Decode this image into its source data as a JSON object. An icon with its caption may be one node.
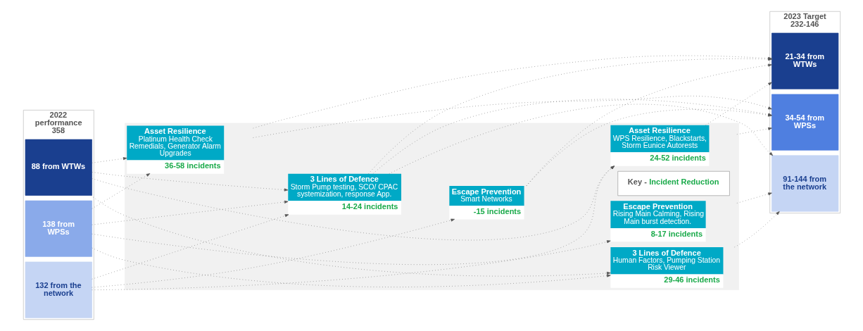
{
  "diagram": {
    "nodes": [
      {
        "text": [
          "2022 performance 358"
        ]
      },
      {
        "text": [
          "88 from WTWs"
        ],
        "in": 0
      },
      {
        "text": [
          "138 from WPSs"
        ],
        "in": 0
      },
      {
        "text": [
          "132 from the network"
        ],
        "in": 0
      },
      {
        "text": [],
        "shape": "box"
      },
      {
        "text": [
          "Asset Resilience",
          "Platinum Health Check Remedials, Generator Alarm Upgrades",
          "36-58 incidents"
        ],
        "in": 4
      },
      {
        "text": [
          "Key - Incident Reduction"
        ],
        "in": 4
      },
      {
        "text": [
          "Asset Resilience",
          "WPS Resilience, Blackstarts, Storm Eunice Autorests",
          "24-52 incidents"
        ],
        "in": 4
      },
      {
        "text": [
          "3 Lines of Defence",
          "Storm Pump testing, SCO/ CPAC systemization, response App.",
          "14-24 incidents"
        ],
        "in": 4
      },
      {
        "text": [
          "3 Lines of Defence",
          "Human Factors, Pumping Station Risk Viewer",
          "29-46 incidents"
        ],
        "in": 4
      },
      {
        "text": [
          "Escape Prevention",
          "Smart Networks",
          "-15 incidents"
        ],
        "in": 4
      },
      {
        "text": [
          "Escape Prevention",
          "Rising Main Calming, Rising Main burst detection.",
          "8-17 incidents"
        ],
        "in": 4
      },
      {
        "text": [
          "2023 Target 232-146"
        ]
      },
      {
        "text": [
          "21-34 from WTWs"
        ],
        "in": 12
      },
      {
        "text": [
          "34-54 from WPSs"
        ],
        "in": 12
      },
      {
        "text": [
          "91-144 from the network"
        ],
        "in": 12
      }
    ],
    "edges": [
      {
        "from": 1,
        "to": 5,
        "arrow": "to",
        "style": "dashed"
      },
      {
        "from": 1,
        "to": 7,
        "arrow": "to",
        "style": "dashed"
      },
      {
        "from": 1,
        "to": 8,
        "arrow": "to",
        "style": "dashed"
      },
      {
        "from": 1,
        "to": 9,
        "arrow": "to",
        "style": "dashed"
      },
      {
        "from": 2,
        "to": 5,
        "arrow": "to",
        "style": "dashed"
      },
      {
        "from": 2,
        "to": 7,
        "arrow": "to",
        "style": "dashed"
      },
      {
        "from": 2,
        "to": 8,
        "arrow": "to",
        "style": "dashed"
      },
      {
        "from": 2,
        "to": 9,
        "arrow": "to",
        "style": "dashed"
      },
      {
        "from": 3,
        "to": 8,
        "arrow": "to",
        "style": "dashed"
      },
      {
        "from": 3,
        "to": 10,
        "arrow": "to",
        "style": "dashed"
      },
      {
        "from": 3,
        "to": 11,
        "arrow": "to",
        "style": "dashed"
      },
      {
        "from": 5,
        "to": 13,
        "arrow": "to",
        "style": "dashed"
      },
      {
        "from": 5,
        "to": 14,
        "arrow": "to",
        "style": "dashed"
      },
      {
        "from": 7,
        "to": 13,
        "arrow": "to",
        "style": "dashed"
      },
      {
        "from": 7,
        "to": 14,
        "arrow": "to",
        "style": "dashed"
      },
      {
        "from": 8,
        "to": 13,
        "arrow": "to",
        "style": "dashed"
      },
      {
        "from": 8,
        "to": 14,
        "arrow": "to",
        "style": "dashed"
      },
      {
        "from": 8,
        "to": 15,
        "arrow": "to",
        "style": "dashed"
      },
      {
        "from": 9,
        "to": 15,
        "arrow": "to",
        "style": "dashed"
      },
      {
        "from": 10,
        "to": 13,
        "arrow": "to",
        "style": "dashed"
      },
      {
        "from": 10,
        "to": 14,
        "arrow": "to",
        "style": "dashed"
      },
      {
        "from": 11,
        "to": 15,
        "arrow": "to",
        "style": "dashed"
      }
    ]
  }
}
